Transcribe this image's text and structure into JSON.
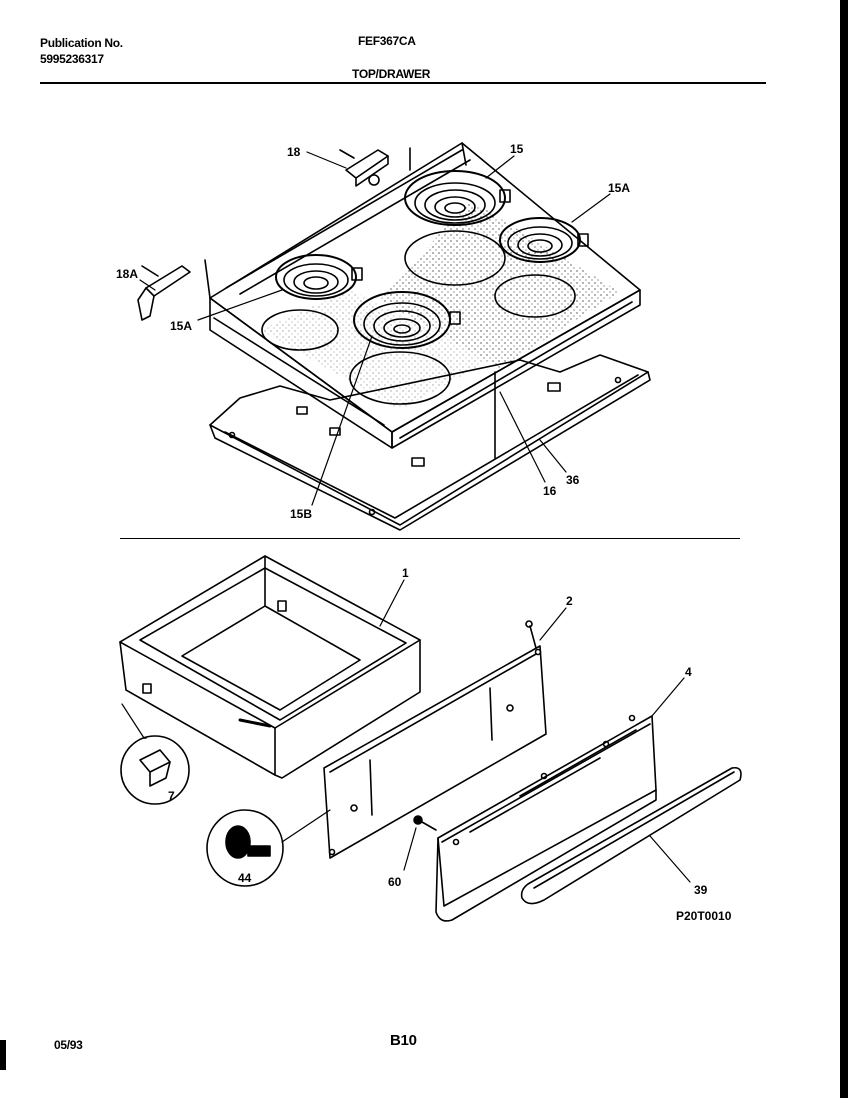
{
  "header": {
    "publication_label": "Publication No.",
    "publication_number": "5995236317",
    "model": "FEF367CA",
    "section": "TOP/DRAWER"
  },
  "callouts": {
    "c18": "18",
    "c15": "15",
    "c15A_right": "15A",
    "c18A": "18A",
    "c15A_left": "15A",
    "c15B": "15B",
    "c16": "16",
    "c36": "36",
    "c1": "1",
    "c2": "2",
    "c4": "4",
    "c7": "7",
    "c44": "44",
    "c60": "60",
    "c39": "39"
  },
  "diagram_code": "P20T0010",
  "footer": {
    "date": "05/93",
    "page": "B10"
  }
}
